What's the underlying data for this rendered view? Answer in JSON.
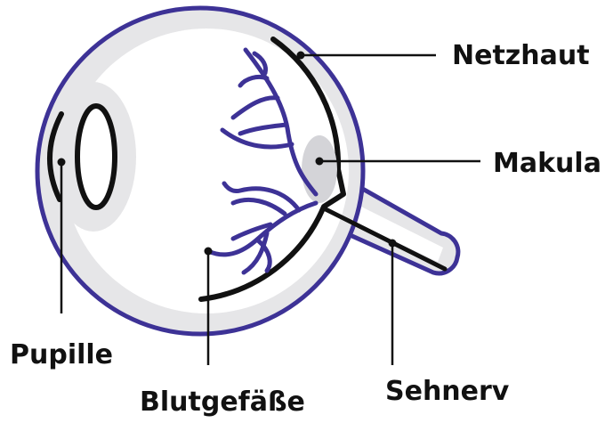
{
  "labels": {
    "retina": "Netzhaut",
    "macula": "Makula",
    "optic_nerve": "Sehnerv",
    "blood_vessels": "Blutgefäße",
    "pupil": "Pupille"
  },
  "colors": {
    "outline": "#3d3296",
    "vessel": "#3d3296",
    "fill_gray": "#e6e6e8",
    "line": "#111111",
    "background": "#ffffff"
  }
}
